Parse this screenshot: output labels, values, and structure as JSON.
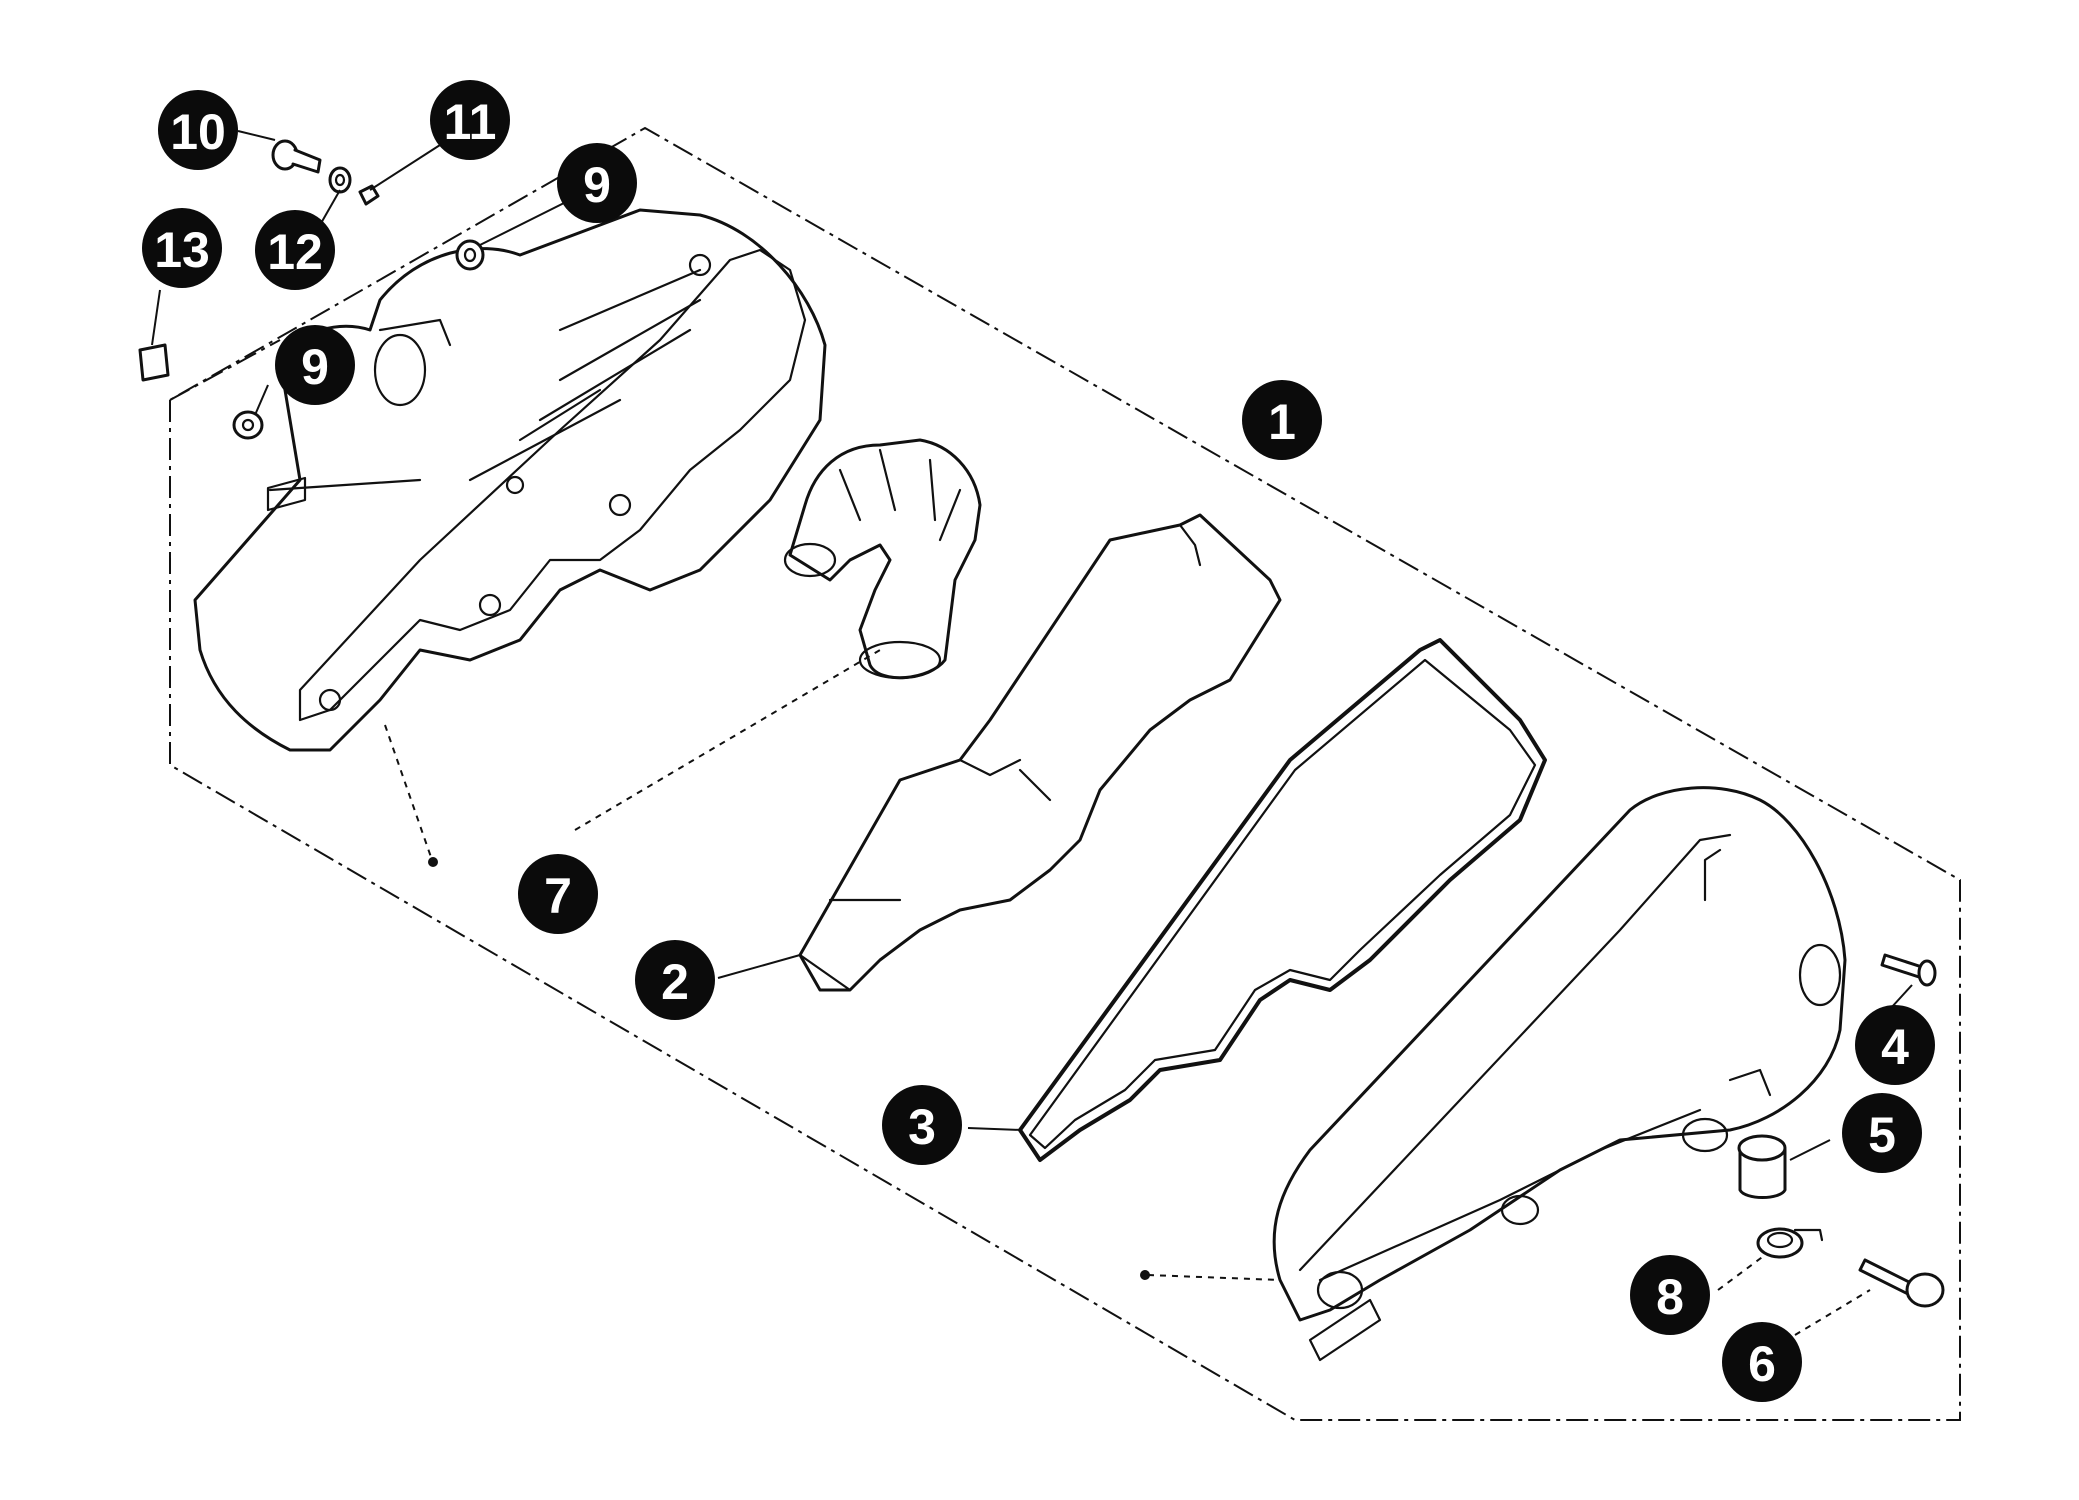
{
  "callouts": [
    {
      "id": "1",
      "label": "1"
    },
    {
      "id": "2",
      "label": "2"
    },
    {
      "id": "3",
      "label": "3"
    },
    {
      "id": "4",
      "label": "4"
    },
    {
      "id": "5",
      "label": "5"
    },
    {
      "id": "6",
      "label": "6"
    },
    {
      "id": "7",
      "label": "7"
    },
    {
      "id": "8",
      "label": "8"
    },
    {
      "id": "9a",
      "label": "9"
    },
    {
      "id": "9b",
      "label": "9"
    },
    {
      "id": "10",
      "label": "10"
    },
    {
      "id": "11",
      "label": "11"
    },
    {
      "id": "12",
      "label": "12"
    },
    {
      "id": "13",
      "label": "13"
    }
  ]
}
